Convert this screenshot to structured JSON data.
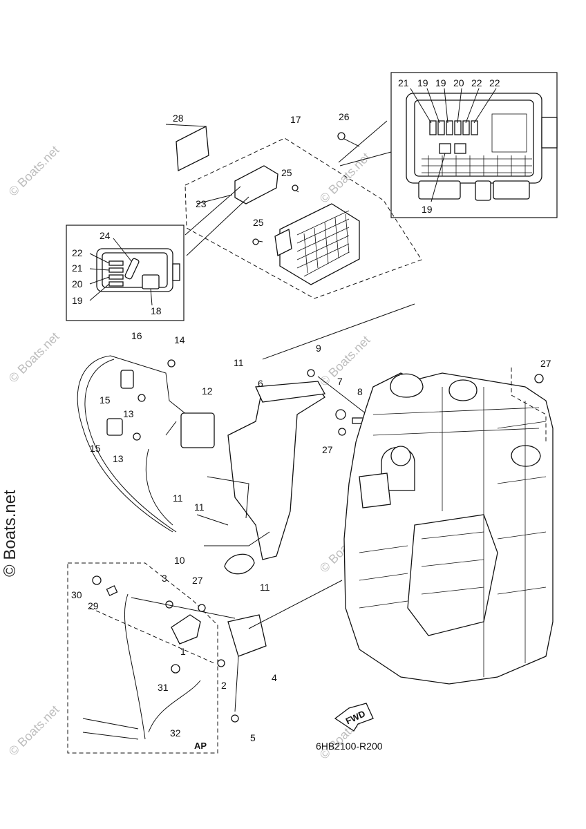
{
  "watermarks": {
    "side": "© Boats.net",
    "tile": "© Boats.net"
  },
  "diagram_code": "6HB2100-R200",
  "fwd_label": "FWD",
  "ap_label": "AP",
  "callouts": {
    "n1": "1",
    "n2": "2",
    "n3": "3",
    "n4": "4",
    "n5": "5",
    "n6": "6",
    "n7": "7",
    "n8": "8",
    "n9": "9",
    "n10": "10",
    "n11a": "11",
    "n11b": "11",
    "n11c": "11",
    "n11d": "11",
    "n12": "12",
    "n13a": "13",
    "n13b": "13",
    "n14": "14",
    "n15a": "15",
    "n15b": "15",
    "n16": "16",
    "n17": "17",
    "n18": "18",
    "n19a": "19",
    "n20a": "20",
    "n21a": "21",
    "n22a": "22",
    "n23": "23",
    "n24": "24",
    "n25a": "25",
    "n25b": "25",
    "n26": "26",
    "n27a": "27",
    "n27b": "27",
    "n27c": "27",
    "n28": "28",
    "n29": "29",
    "n30": "30",
    "n31": "31",
    "n32": "32",
    "i21": "21",
    "i19a": "19",
    "i19b": "19",
    "i20": "20",
    "i22a": "22",
    "i22b": "22",
    "i19c": "19"
  }
}
